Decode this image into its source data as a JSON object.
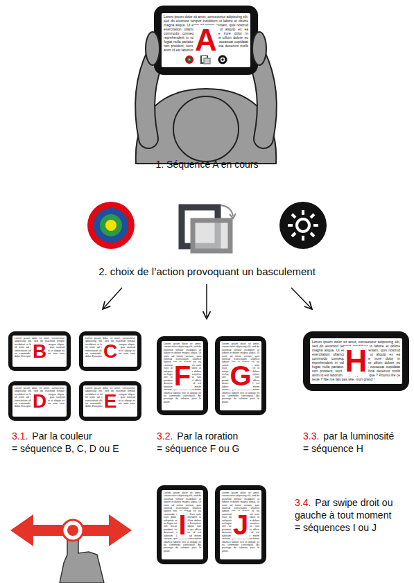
{
  "diagram": {
    "nodes": [
      {
        "text": [
          "A",
          "Lorem ipsum dolor sit amet, consectetur adipiscing elit, sed do eiusmod tempor incididunt ut labore et dolore magna aliqua. Ut enim ad minim veniam, quis nostrud exercitation ullamco laboris nisi ut aliquip ex ea commodo consequat. Duis aute irure dolor in reprehenderit in voluptate velit esse cillum dolore eu fugiat nulla pariatur. Excepteur sint occaecat cupidatat non proident, sunt in culpa qui officia deserunt mollit anim id est laborum."
        ]
      },
      {
        "text": [
          "B",
          "Lorem ipsum dolor sit amet, consectetur adipiscing elit, sed do eiusmod tempor incididunt ut labore et dolore magna aliqua. Ut enim ad minim veniam, quis nostrud exercitation ullamco laboris nisi ut aliquip ex ea commodo consequat. Duis aute irure dolor. Excepteur sint"
        ]
      },
      {
        "text": [
          "C",
          "Lorem ipsum dolor sit amet, consectetur adipiscing elit, sed do eiusmod tempor incididunt ut labore et dolore magna aliqua. Ut enim ad minim veniam, quis nostrud exercitation ullamco laboris nisi ut aliquip ex ea commodo consequat. Duis aute irure dolor. Excepteur sint"
        ]
      },
      {
        "text": [
          "D",
          "Lorem ipsum dolor sit amet, consectetur adipiscing elit, sed do eiusmod tempor incididunt ut labore et dolore magna aliqua. Ut enim ad minim veniam, quis nostrud exercitation ullamco laboris nisi ut aliquip ex ea commodo consequat. Duis aute irure dolor. Excepteur sint"
        ]
      },
      {
        "text": [
          "E",
          "Lorem ipsum dolor sit amet, consectetur adipiscing elit, sed do eiusmod tempor incididunt ut labore et dolore magna aliqua. Ut enim ad minim veniam, quis nostrud exercitation ullamco laboris nisi ut aliquip ex ea commodo consequat. Duis aute irure dolor. Excepteur sint"
        ]
      },
      {
        "text": [
          "F",
          "Lorem ipsum dolor sit amet, consectetur adipiscing elit, sed do eiusmod tempor incididunt ut labore et dolore magna aliqua. Ut enim ad minim veniam, quis nostrud exercitation ullamco laboris nisi ut aliquip ex ea commodo consequat. Duis aute irure dolor in reprehenderit in voluptate velit esse cillum dolore eu fugiat nulla pariatur. Excepteur sint occaecat cupidatat non proident, sunt in culpa qui officia deserunt mollit anim id est laborum. Ut enim ad minim veniam, quis nostrud exercitation ullamco laboris nisi ut aliquip ex ea commodo consequat. Au passage de colonne pour le poste."
        ]
      },
      {
        "text": [
          "G",
          "Lorem ipsum dolor sit amet, consectetur adipiscing elit, sed do eiusmod tempor incididunt ut labore et dolore magna aliqua. Ut enim ad minim veniam, quis nostrud exercitation ullamco laboris nisi ut aliquip ex ea commodo consequat. Duis aute irure dolor in reprehenderit in voluptate velit esse cillum dolore eu fugiat nulla pariatur. Excepteur sint occaecat cupidatat non proident, sunt in culpa qui officia deserunt mollit anim id est laborum. Ut enim ad minim veniam, quis nostrud exercitation ullamco laboris nisi ut aliquip ex ea commodo consequat. Au passage de colonne pour le poste."
        ]
      },
      {
        "text": [
          "H",
          "Lorem ipsum dolor sit amet, consectetur adipiscing elit, sed do eiusmod tempor incididunt ut labore et dolore magna aliqua. Ut enim ad minim veniam, quis nostrud exercitation ullamco laboris nisi ut aliquip ex ea commodo consequat. Duis aute irure dolor in reprehenderit in voluptate velit esse cillum dolore eu fugiat nulla pariatur. Excepteur sint occaecat cupidatat non proident, sunt in culpa qui officia deserunt mollit anim id est laborum. Et puis, je crois que ? Pourvu lire ce texte ? Nie me fais pas tête, mon grand !"
        ]
      },
      {
        "text": [
          "I",
          "Lorem ipsum dolor sit amet, consectetur adipiscing elit, sed do eiusmod tempor incididunt ut labore et dolore magna aliqua. Ut enim ad minim veniam, quis nostrud exercitation ullamco laboris nisi ut aliquip ex ea commodo consequat. Duis aute irure dolor in reprehenderit in voluptate velit esse cillum dolore eu fugiat nulla pariatur. Excepteur sint occaecat cupidatat non proident, sunt in culpa qui officia deserunt mollit anim id est laborum. Ut enim ad minim veniam, quis nostrud exercitation ullamco laboris nisi ut aliquip ex ea commodo consequat. Au passage de colonne pour le poste."
        ]
      },
      {
        "text": [
          "J",
          "Lorem ipsum dolor sit amet, consectetur adipiscing elit, sed do eiusmod tempor incididunt ut labore et dolore magna aliqua. Ut enim ad minim veniam, quis nostrud exercitation ullamco laboris nisi ut aliquip ex ea commodo consequat. Duis aute irure dolor in reprehenderit in voluptate velit esse cillum dolore eu fugiat nulla pariatur. Excepteur sint occaecat cupidatat non proident, sunt in culpa qui officia deserunt mollit anim id est laborum. Ut enim ad minim veniam, quis nostrud exercitation ullamco laboris nisi ut aliquip ex ea commodo consequat. Au passage de colonne pour le poste."
        ]
      }
    ],
    "labels": [
      "1. Séquence A en cours",
      "2. choix de l’action provoquant un basculement",
      "3.1.",
      "Par la couleur",
      "= séquence B, C, D ou E",
      "3.2.",
      "Par la roration",
      "= séquence F ou G",
      "3.3.",
      "par la luminosité",
      "= séquence H",
      "3.4.",
      "Par swipe droit ou gauche à tout moment",
      "= séquences I ou J"
    ]
  }
}
